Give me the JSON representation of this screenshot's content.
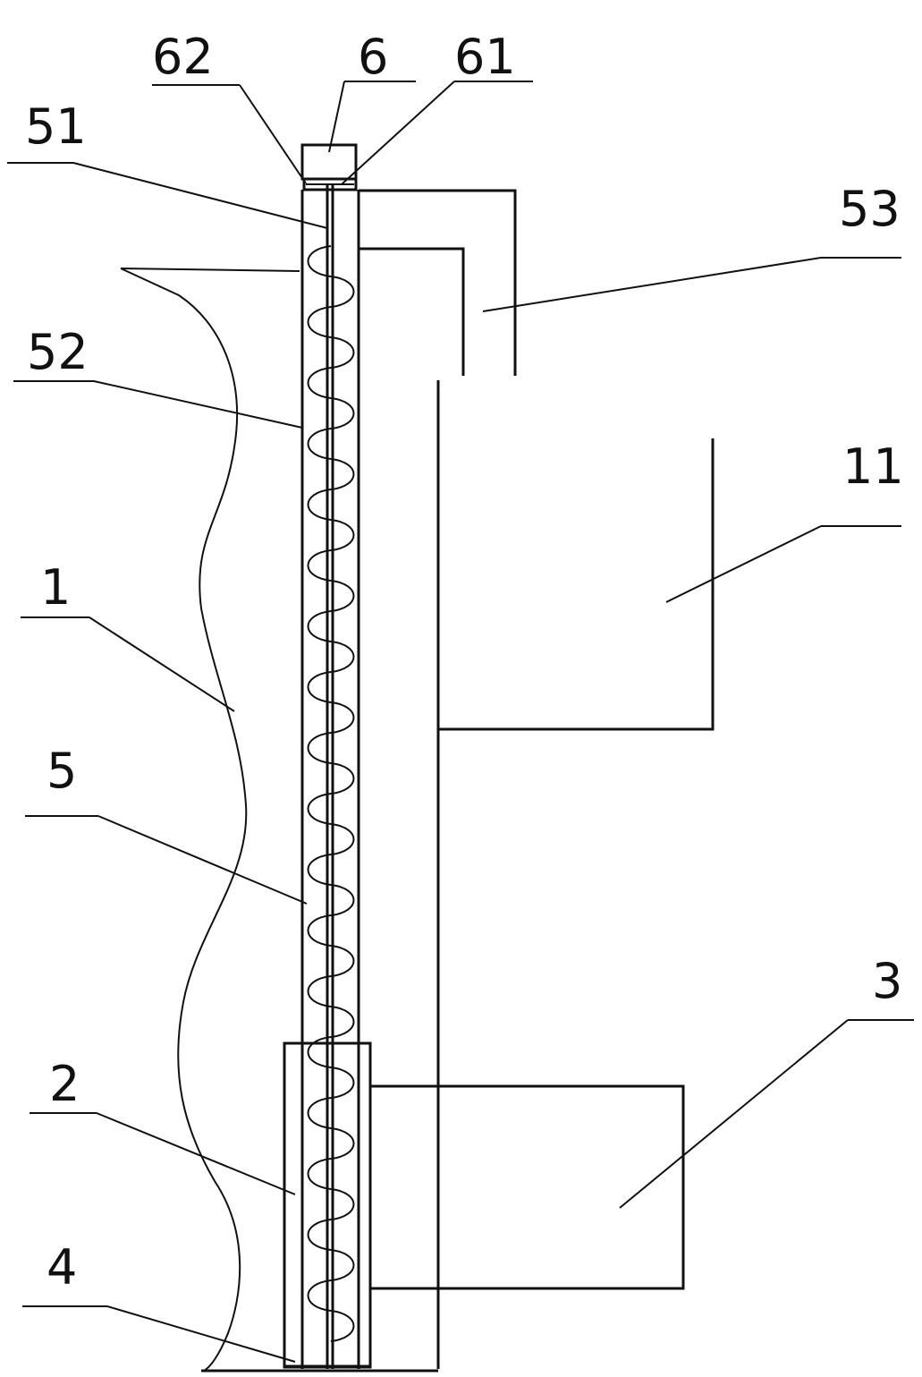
{
  "labels": {
    "l62": "62",
    "l6": "6",
    "l61": "61",
    "l51": "51",
    "l53": "53",
    "l52": "52",
    "l11": "11",
    "l1": "1",
    "l5": "5",
    "l3": "3",
    "l2": "2",
    "l4": "4"
  },
  "colors": {
    "ink": "#111111",
    "background": "#ffffff"
  }
}
